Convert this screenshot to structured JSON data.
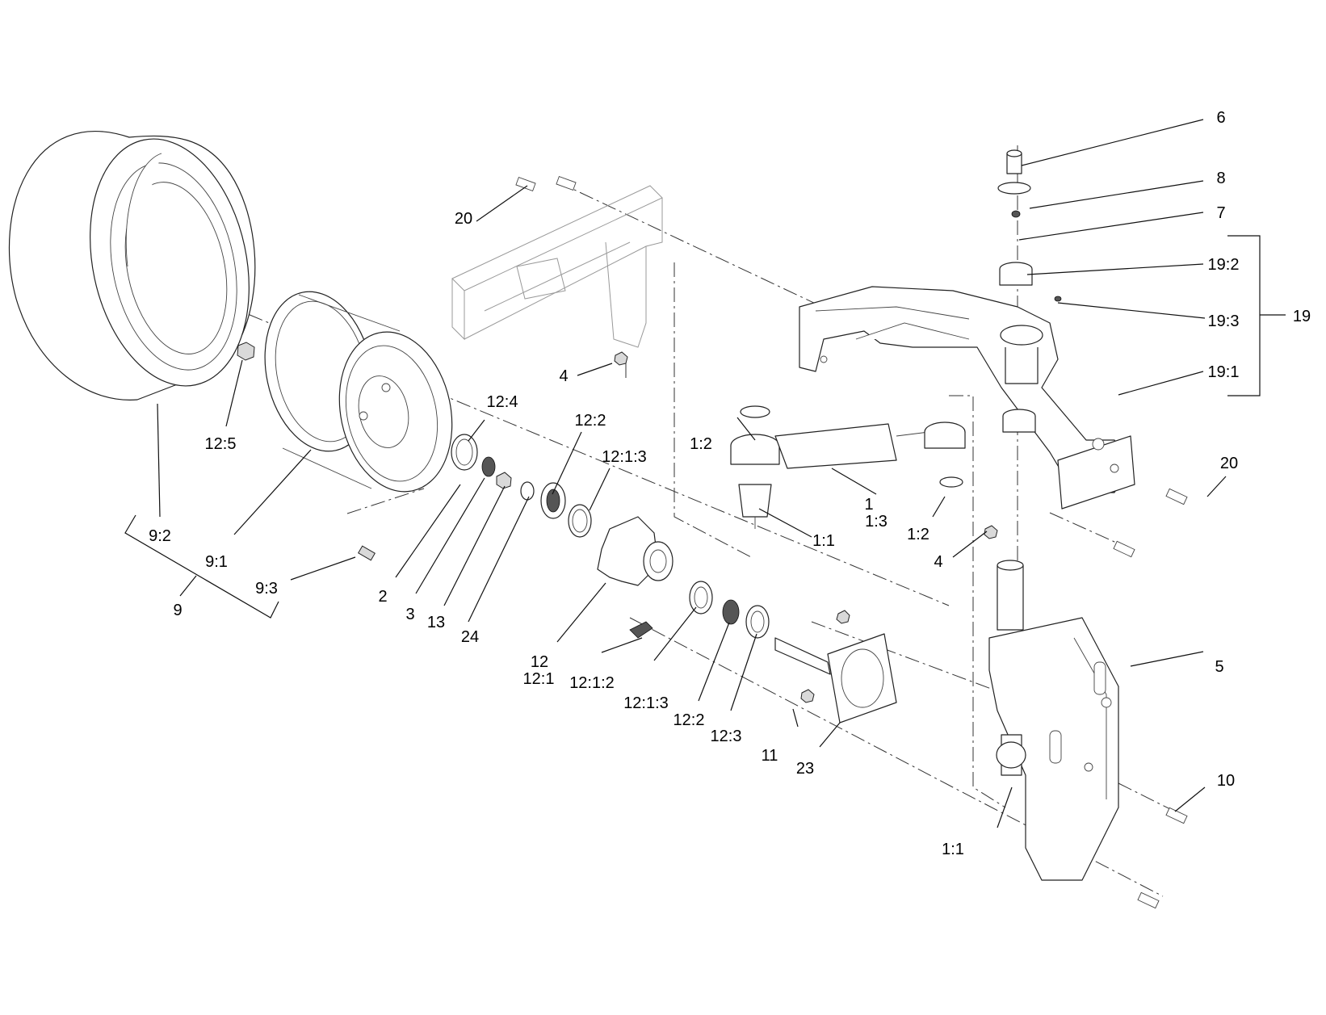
{
  "callouts": {
    "c6": "6",
    "c8": "8",
    "c7": "7",
    "c19_2": "19:2",
    "c19_3": "19:3",
    "c19": "19",
    "c19_1": "19:1",
    "c20_top": "20",
    "c20_right": "20",
    "c4_top": "4",
    "c4_mid": "4",
    "c1_2_left": "1:2",
    "c1_2_right": "1:2",
    "c1": "1",
    "c1_3": "1:3",
    "c1_1_mid": "1:1",
    "c1_1_bottom": "1:1",
    "c5": "5",
    "c10": "10",
    "c11": "11",
    "c23": "23",
    "c12_4": "12:4",
    "c12_2_top": "12:2",
    "c12_1_3_top": "12:1:3",
    "c12_5": "12:5",
    "c9_2": "9:2",
    "c9_1": "9:1",
    "c9_3": "9:3",
    "c9": "9",
    "c2": "2",
    "c3": "3",
    "c13": "13",
    "c24": "24",
    "c12": "12",
    "c12_1": "12:1",
    "c12_1_2": "12:1:2",
    "c12_1_3_bottom": "12:1:3",
    "c12_2_bottom": "12:2",
    "c12_3": "12:3"
  }
}
